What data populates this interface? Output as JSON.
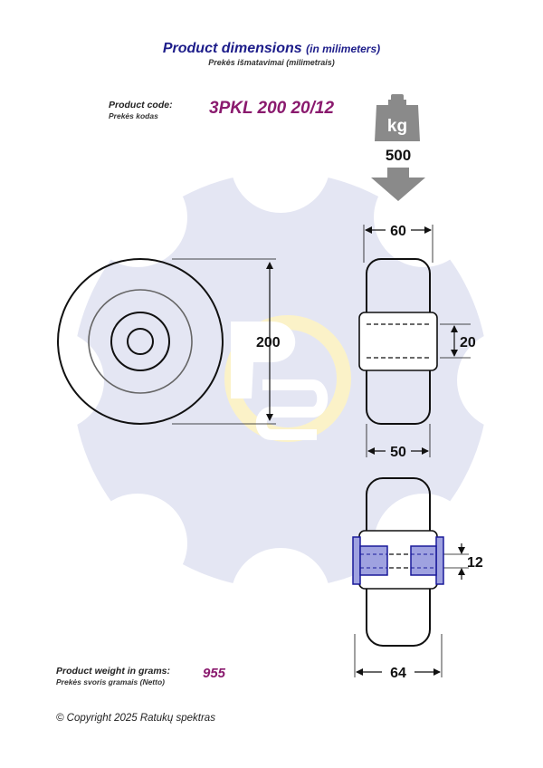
{
  "header": {
    "title": "Product dimensions",
    "title_suffix": "(in milimeters)",
    "subtitle": "Prekės išmatavimai (milimetrais)"
  },
  "product_code": {
    "label": "Product code:",
    "label_sub": "Prekės kodas",
    "value": "3PKL 200 20/12"
  },
  "load": {
    "icon_text": "kg",
    "value": "500"
  },
  "dimensions": {
    "diameter": "200",
    "tread_width": "60",
    "axle_bore": "20",
    "hub_body_width": "50",
    "bearing_bore": "12",
    "hub_length": "64"
  },
  "weight": {
    "label": "Product weight in grams:",
    "label_sub": "Prekės svoris gramais (Netto)",
    "value": "955"
  },
  "footer": {
    "copyright": "© Copyright 2025 Ratukų spektras"
  },
  "colors": {
    "title": "#1d1d8a",
    "value": "#8a1a6e",
    "watermark": "#e4e6f3",
    "bearing_fill": "#9fa2e0",
    "bearing_stroke": "#1a1a9a"
  }
}
